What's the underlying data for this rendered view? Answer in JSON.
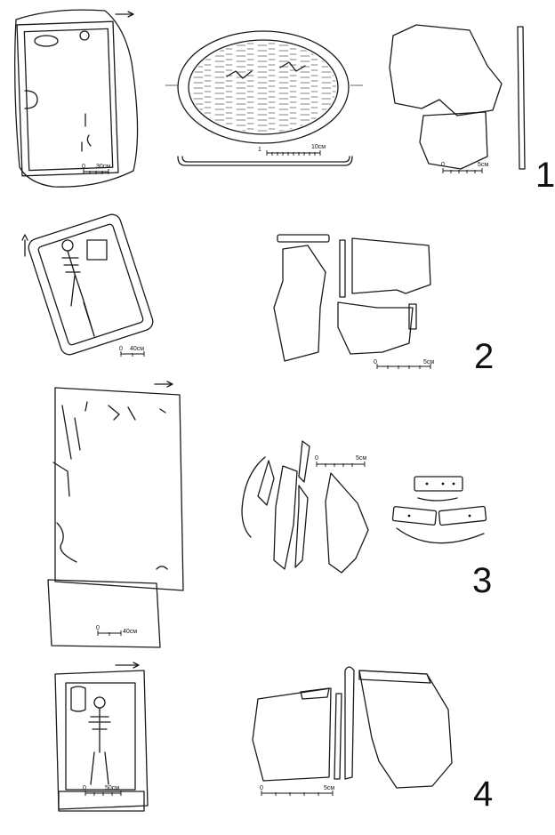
{
  "rows": [
    {
      "number": "1",
      "scales": [
        {
          "zero": "0",
          "label": "30см"
        },
        {
          "zero": "1",
          "label": "10см"
        },
        {
          "zero": "0",
          "label": "5см"
        }
      ]
    },
    {
      "number": "2",
      "scales": [
        {
          "zero": "0",
          "label": "40см"
        },
        {
          "zero": "0",
          "label": "5см"
        }
      ]
    },
    {
      "number": "3",
      "scales": [
        {
          "zero": "0",
          "label": "40см"
        },
        {
          "zero": "0",
          "label": "5см"
        }
      ]
    },
    {
      "number": "4",
      "scales": [
        {
          "zero": "0",
          "label": "50см"
        },
        {
          "zero": "0",
          "label": "5см"
        }
      ]
    }
  ]
}
